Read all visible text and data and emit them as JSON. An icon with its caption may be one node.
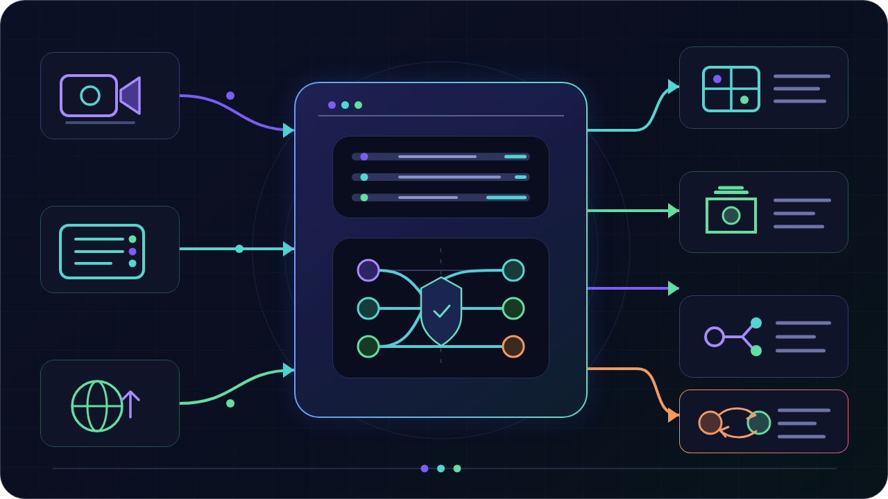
{
  "diagram": {
    "nodes": [
      {
        "text": [],
        "shape": "box"
      },
      {
        "text": [],
        "shape": "box"
      },
      {
        "text": [],
        "shape": "box"
      },
      {
        "text": [],
        "shape": "box"
      },
      {
        "text": [],
        "shape": "box",
        "in": 3
      },
      {
        "text": [],
        "shape": "box",
        "in": 3
      },
      {
        "text": [],
        "shape": "box"
      },
      {
        "text": [],
        "shape": "box"
      },
      {
        "text": [],
        "shape": "box"
      },
      {
        "text": [],
        "shape": "box"
      }
    ],
    "edges": [
      {
        "from": 0,
        "to": 3,
        "arrow": "to",
        "color": "#7b5cf6"
      },
      {
        "from": 1,
        "to": 3,
        "arrow": "to",
        "color": "#4fd8cf"
      },
      {
        "from": 2,
        "to": 3,
        "arrow": "to",
        "color": "#5fe0a0"
      },
      {
        "from": 3,
        "to": 6,
        "arrow": "to",
        "color": "#4fd8cf"
      },
      {
        "from": 3,
        "to": 7,
        "arrow": "to",
        "color": "#5fe0a0"
      },
      {
        "from": 3,
        "to": 8,
        "arrow": "to",
        "color": "#7b5cf6"
      },
      {
        "from": 3,
        "to": 9,
        "arrow": "to",
        "color": "#f59a5a"
      }
    ]
  }
}
